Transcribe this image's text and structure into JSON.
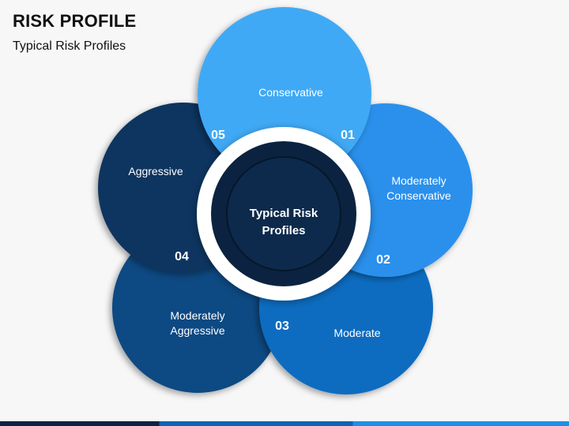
{
  "header": {
    "title": "RISK PROFILE",
    "subtitle": "Typical Risk Profiles"
  },
  "diagram": {
    "center_label_line1": "Typical Risk",
    "center_label_line2": "Profiles",
    "items": [
      {
        "number": "01",
        "label_line1": "Conservative",
        "label_line2": "",
        "color": "#3fa9f5"
      },
      {
        "number": "02",
        "label_line1": "Moderately",
        "label_line2": "Conservative",
        "color": "#2b90ec"
      },
      {
        "number": "03",
        "label_line1": "Moderate",
        "label_line2": "",
        "color": "#0f6cc0"
      },
      {
        "number": "04",
        "label_line1": "Moderately",
        "label_line2": "Aggressive",
        "color": "#0d4a82"
      },
      {
        "number": "05",
        "label_line1": "Aggressive",
        "label_line2": "",
        "color": "#0b3560"
      }
    ],
    "center_color": "#0b2340",
    "ring_color": "#ffffff"
  }
}
